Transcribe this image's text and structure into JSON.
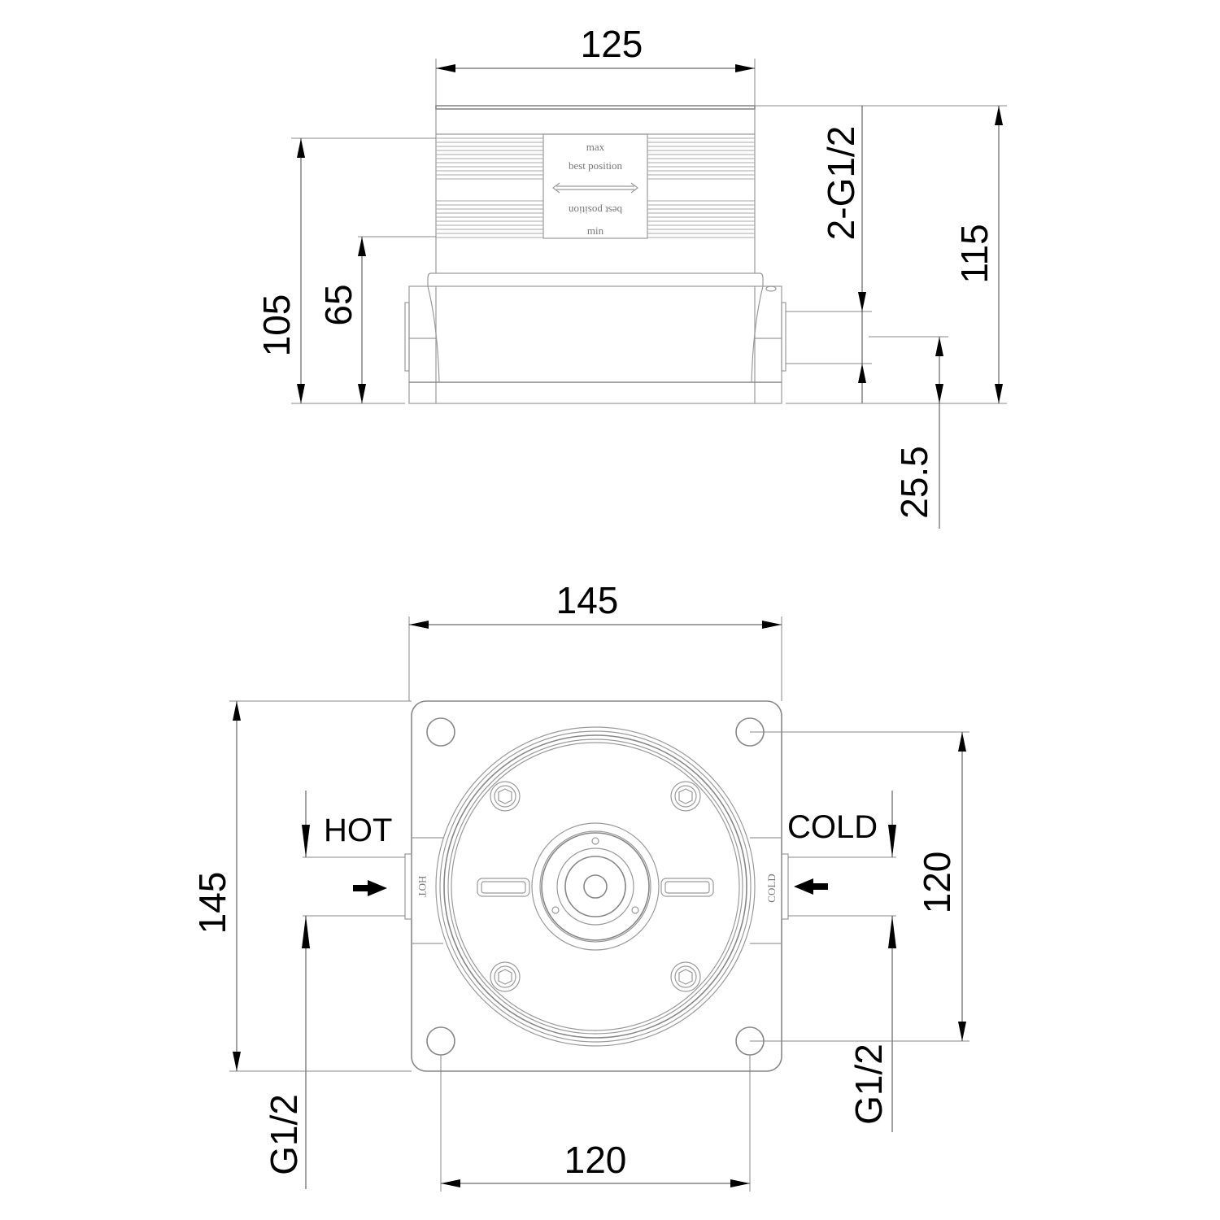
{
  "drawing": {
    "side_view": {
      "dimensions": {
        "top_width": "125",
        "total_height": "115",
        "thread_label": "2-G1/2",
        "height_105": "105",
        "height_65": "65",
        "inlet_height": "25.5"
      },
      "sleeve_labels": {
        "max": "max",
        "best_position_top": "best position",
        "best_position_bottom": "best position",
        "min": "min"
      }
    },
    "plan_view": {
      "dimensions": {
        "width": "145",
        "height": "145",
        "hole_spacing_vertical": "120",
        "hole_spacing_horizontal": "120",
        "left_port": "G1/2",
        "right_port": "G1/2"
      },
      "labels": {
        "hot": "HOT",
        "cold": "COLD",
        "hot_embossed": "HOT",
        "cold_embossed": "COLD"
      }
    }
  }
}
